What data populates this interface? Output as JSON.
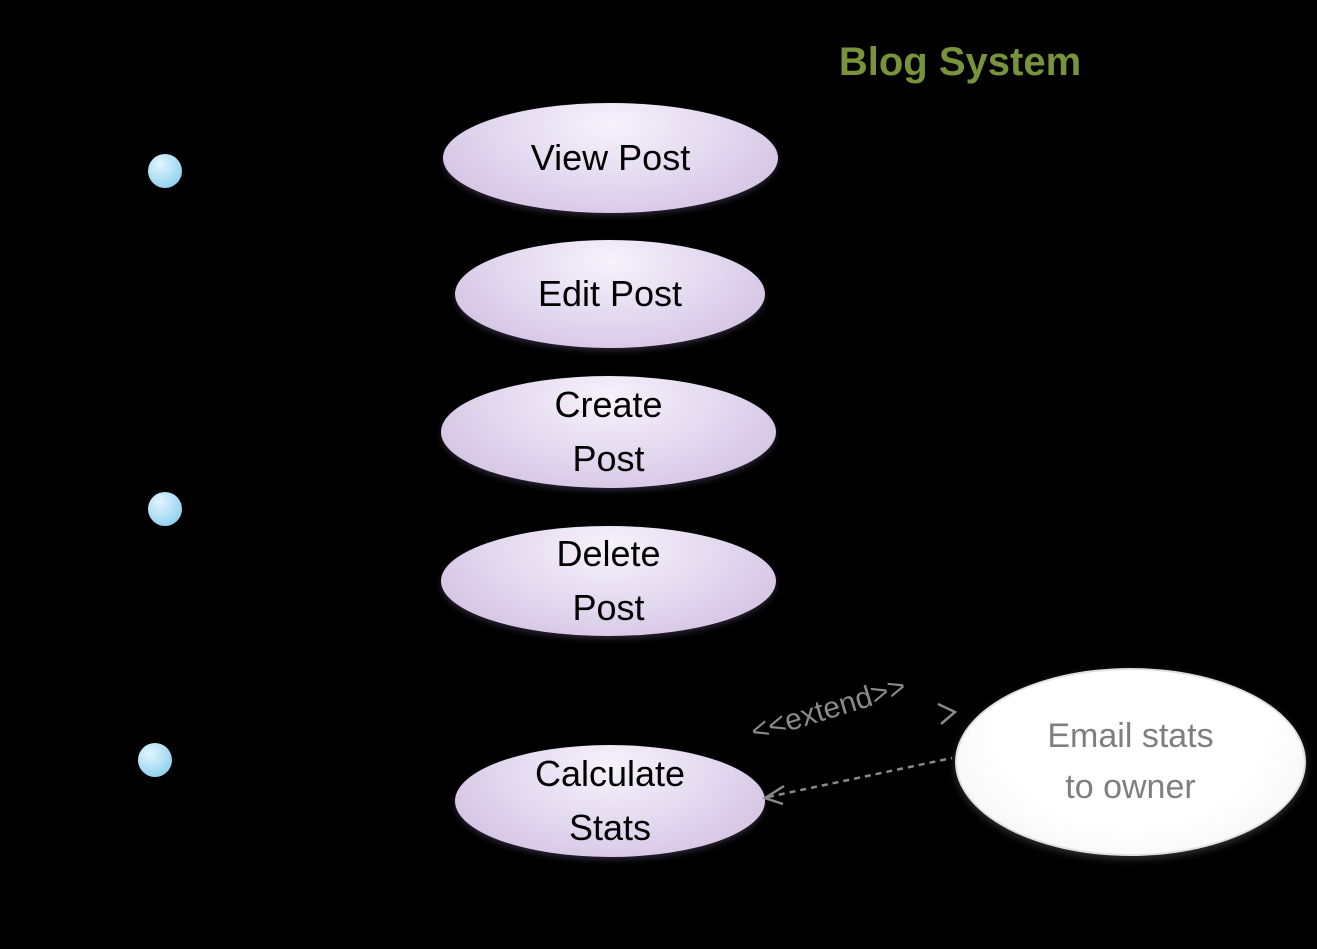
{
  "diagram": {
    "title": "Blog System",
    "extend_label": "<<extend>>"
  },
  "use_cases": [
    {
      "line1": "View Post",
      "line2": ""
    },
    {
      "line1": "Edit Post",
      "line2": ""
    },
    {
      "line1": "Create",
      "line2": "Post"
    },
    {
      "line1": "Delete",
      "line2": "Post"
    },
    {
      "line1": "Calculate",
      "line2": "Stats"
    }
  ],
  "external_use_case": {
    "line1": "Email stats",
    "line2": "to owner"
  },
  "actors": {
    "count": 3,
    "note": "actor heads only (stick bodies not visible against background)"
  },
  "colors": {
    "background": "#000000",
    "title": "#77933C",
    "use_case_fill": "#D8CCE6",
    "external_use_case_fill": "#FFFFFF",
    "actor_head": "#A8DCF4",
    "extend": "#8A8A8A"
  }
}
